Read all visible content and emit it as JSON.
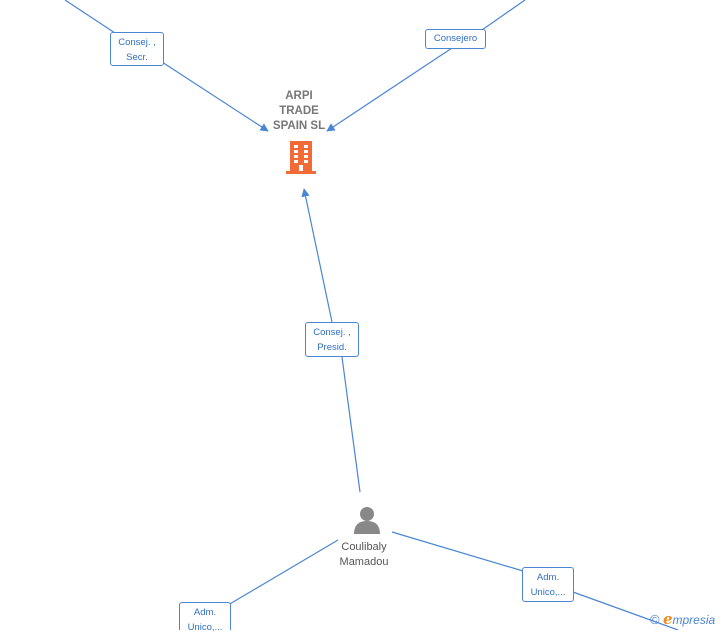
{
  "company": {
    "name_lines": [
      "ARPI",
      "TRADE",
      "SPAIN  SL"
    ],
    "icon": "building-icon",
    "icon_color": "#f26a35"
  },
  "person": {
    "name_lines": [
      "Coulibaly",
      "Mamadou"
    ],
    "icon": "person-icon",
    "icon_color": "#888888"
  },
  "relations": {
    "consej_secr": [
      "Consej. ,",
      "Secr."
    ],
    "consejero": [
      "Consejero"
    ],
    "consej_presid": [
      "Consej. ,",
      "Presid."
    ],
    "adm_unico_right": [
      "Adm.",
      "Unico,..."
    ],
    "adm_unico_left": [
      "Adm.",
      "Unico,..."
    ]
  },
  "colors": {
    "edge": "#4a86d4",
    "label_text": "#2f6fc4"
  },
  "brand": {
    "copyright": "©",
    "initial": "e",
    "rest": "mpresia"
  }
}
